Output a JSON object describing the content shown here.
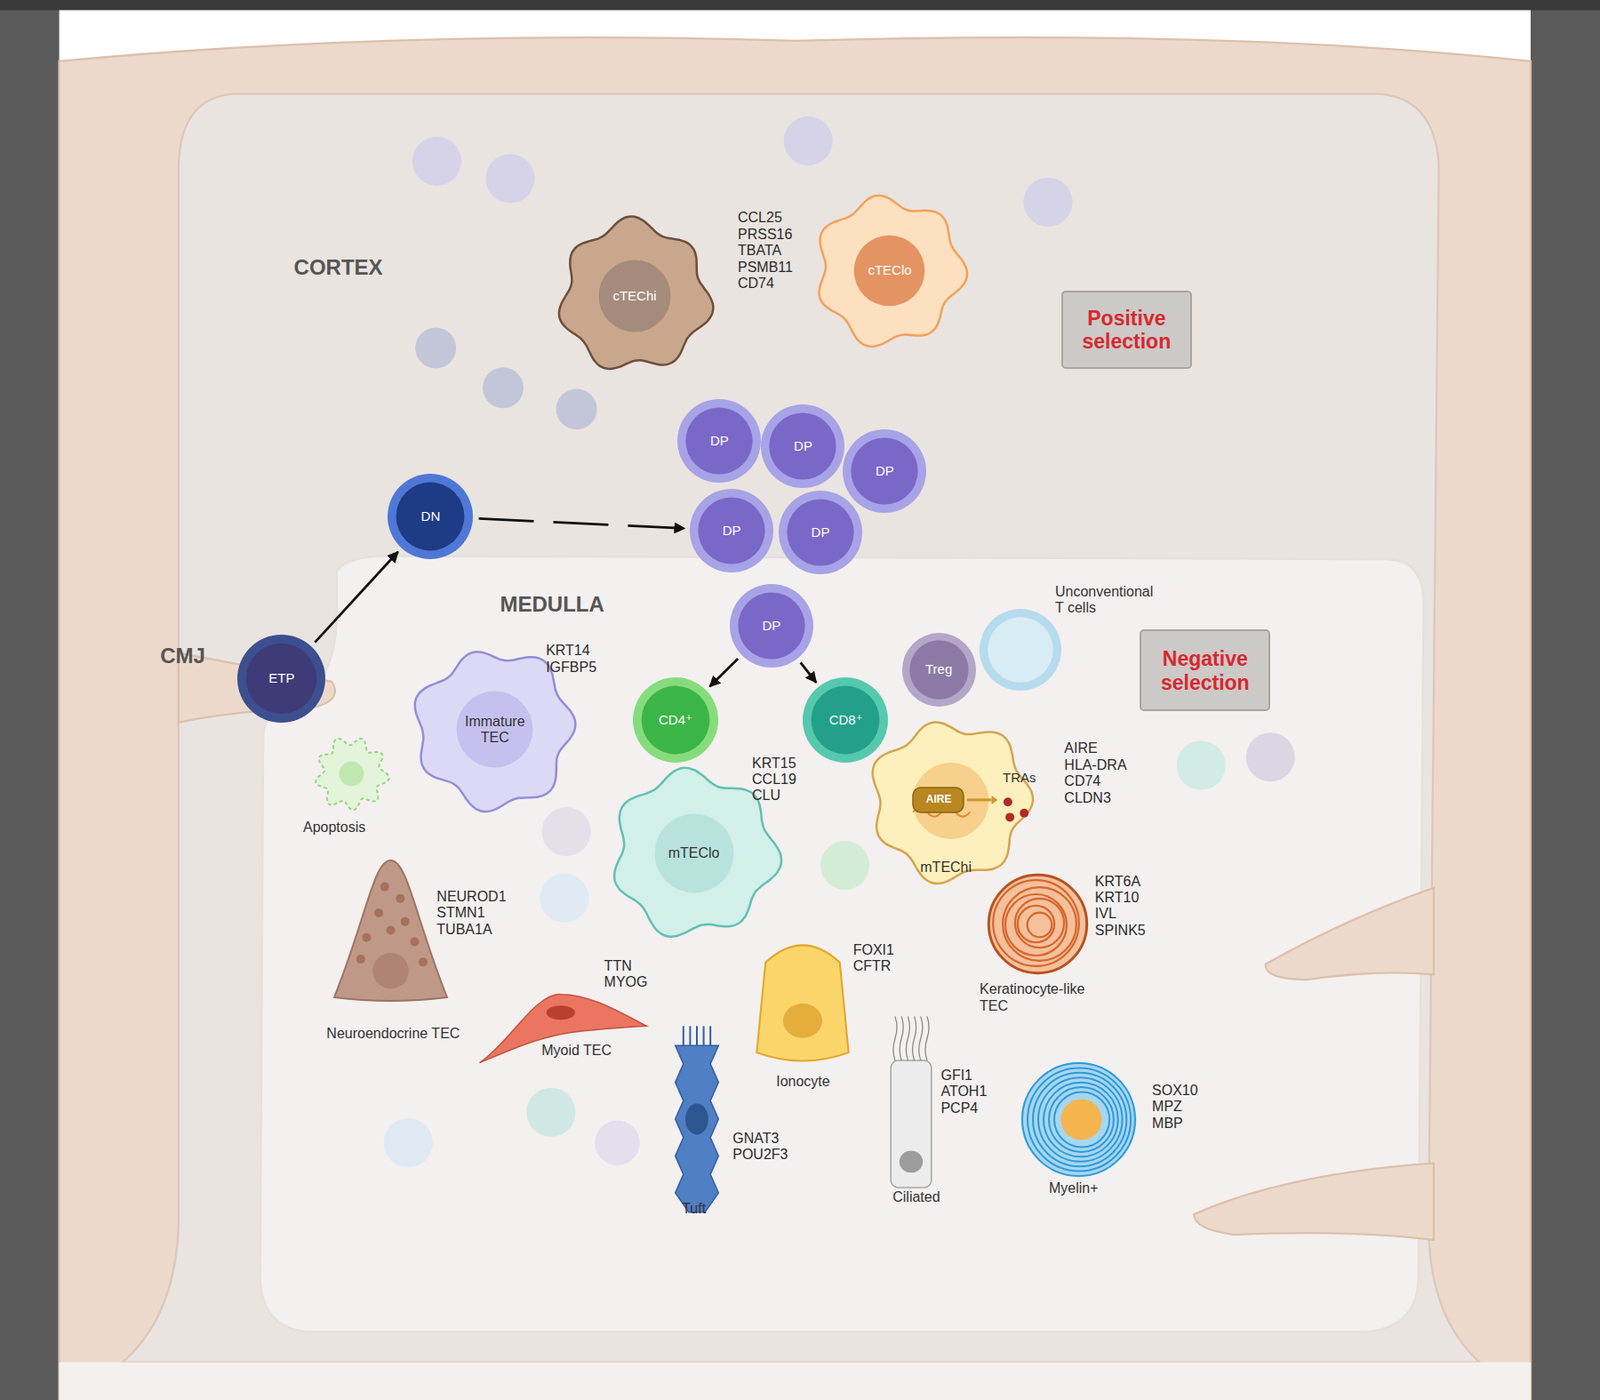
{
  "diagram": {
    "nodes": [
      {
        "text": [
          "cTEChi"
        ]
      },
      {
        "text": [
          "cTEClo"
        ]
      },
      {
        "text": [
          "Positive selection"
        ]
      },
      {
        "text": [
          "DP"
        ]
      },
      {
        "text": [
          "DP"
        ]
      },
      {
        "text": [
          "DP"
        ]
      },
      {
        "text": [
          "DN"
        ]
      },
      {
        "text": [
          "DP"
        ]
      },
      {
        "text": [
          "DP"
        ]
      },
      {
        "text": [
          "ETP"
        ]
      },
      {
        "text": [
          "DP"
        ]
      },
      {
        "text": [
          "Unconventional T cells"
        ]
      },
      {
        "text": [
          "Negative selection"
        ]
      },
      {
        "text": [
          "Immature TEC",
          "KRT14 IGFBP5"
        ]
      },
      {
        "text": [
          "Treg"
        ]
      },
      {
        "text": [
          "CD4⁺"
        ]
      },
      {
        "text": [
          "CD8⁺"
        ]
      },
      {
        "text": [
          "Apoptosis"
        ]
      },
      {
        "text": [
          "mTEClo",
          "KRT15 CCL19 CLU"
        ]
      },
      {
        "text": [
          "mTEChi",
          "AIRE HLA-DRA CD74 CLDN3",
          "TRAs"
        ]
      },
      {
        "text": [
          "AIRE"
        ],
        "in": 19
      },
      {
        "text": [
          "Neuroendocrine TEC",
          "NEUROD1 STMN1 TUBA1A"
        ]
      },
      {
        "text": [
          "Keratinocyte-like TEC",
          "KRT6A KRT10 IVL SPINK5"
        ]
      },
      {
        "text": [
          "Myoid TEC",
          "TTN MYOG"
        ]
      },
      {
        "text": [
          "Ionocyte",
          "FOXI1 CFTR"
        ]
      },
      {
        "text": [
          "Ciliated",
          "GFI1 ATOH1 PCP4"
        ]
      },
      {
        "text": [
          "Tuft",
          "GNAT3 POU2F3"
        ]
      },
      {
        "text": [
          "Myelin+",
          "SOX10 MPZ MBP"
        ]
      }
    ],
    "edges": [
      {
        "from": 9,
        "to": 6,
        "arrow": "to"
      },
      {
        "from": 6,
        "to": 7,
        "arrow": "to"
      },
      {
        "from": 10,
        "to": 15,
        "arrow": "to"
      },
      {
        "from": 10,
        "to": 16,
        "arrow": "to"
      }
    ],
    "labels": [
      "CORTEX",
      "MEDULLA",
      "CMJ",
      "CCL25 PRSS16 TBATA PSMB11 CD74"
    ]
  }
}
